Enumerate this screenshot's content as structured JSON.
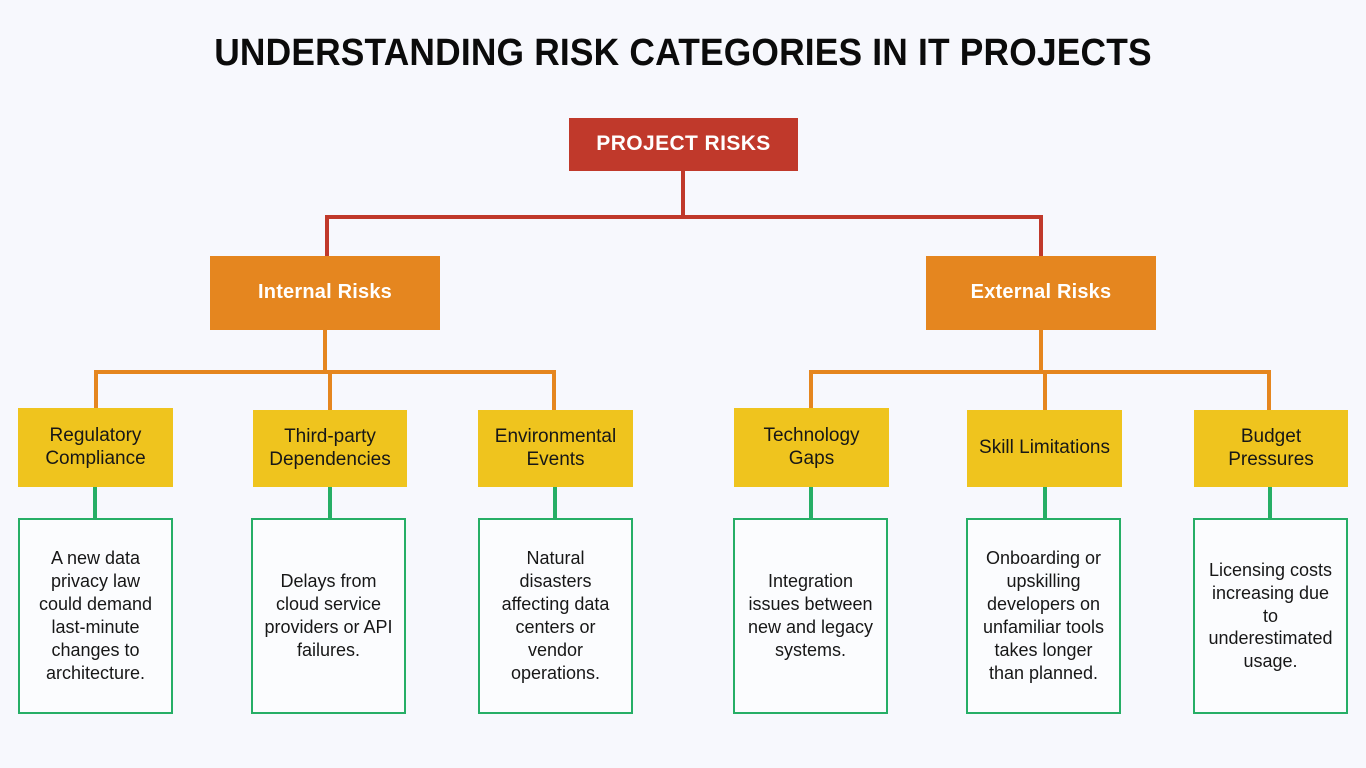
{
  "page": {
    "title": "UNDERSTANDING RISK CATEGORIES IN IT PROJECTS",
    "background_color": "#F7F8FD"
  },
  "colors": {
    "root": "#C0392B",
    "branch": "#E5861F",
    "category": "#EFC41E",
    "leaf_border": "#26AE66",
    "leaf_fill": "#FBFCFE",
    "text_dark": "#171717",
    "text_light": "#FFFFFF"
  },
  "diagram": {
    "type": "tree",
    "root": {
      "label": "PROJECT RISKS"
    },
    "branches": [
      {
        "label": "Internal Risks"
      },
      {
        "label": "External Risks"
      }
    ],
    "categories": [
      {
        "label": "Regulatory\nCompliance",
        "line1": "Regulatory",
        "line2": "Compliance",
        "branch": "Internal Risks"
      },
      {
        "label": "Third-party\nDependencies",
        "line1": "Third-party",
        "line2": "Dependencies",
        "branch": "Internal Risks"
      },
      {
        "label": "Environmental\nEvents",
        "line1": "Environmental",
        "line2": "Events",
        "branch": "Internal Risks"
      },
      {
        "label": "Technology\nGaps",
        "line1": "Technology",
        "line2": "Gaps",
        "branch": "External Risks"
      },
      {
        "label": "Skill\nLimitations",
        "line1": "Skill",
        "line2": "Limitations",
        "branch": "External Risks"
      },
      {
        "label": "Budget\nPressures",
        "line1": "Budget",
        "line2": "Pressures",
        "branch": "External Risks"
      }
    ],
    "examples": [
      {
        "text": "A new data privacy law could demand last-minute changes to architecture.",
        "category": "Regulatory Compliance"
      },
      {
        "text": "Delays from cloud service providers or API failures.",
        "category": "Third-party Dependencies"
      },
      {
        "text": "Natural disasters affecting data centers or vendor operations.",
        "category": "Environmental Events"
      },
      {
        "text": "Integration issues between new and legacy systems.",
        "category": "Technology Gaps"
      },
      {
        "text": "Onboarding or upskilling developers on unfamiliar tools takes longer than planned.",
        "category": "Skill Limitations"
      },
      {
        "text": "Licensing costs increasing due to underestimated usage.",
        "category": "Budget Pressures"
      }
    ]
  }
}
